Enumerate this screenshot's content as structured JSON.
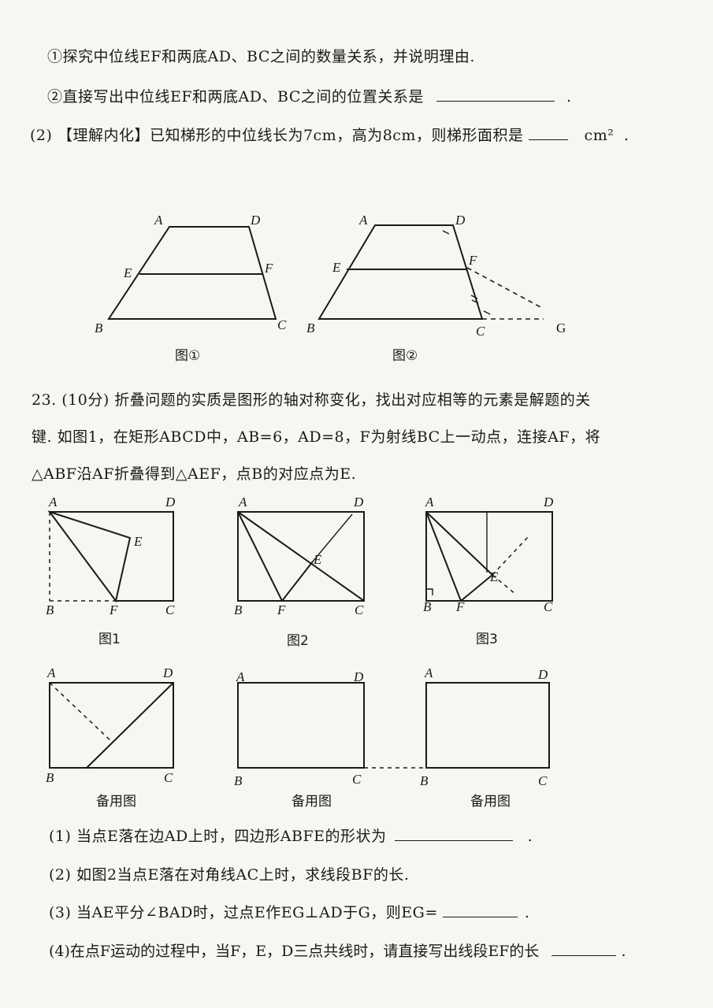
{
  "part1": {
    "q1": "①探究中位线EF和两底AD、BC之间的数量关系，并说明理由.",
    "q2": "②直接写出中位线EF和两底AD、BC之间的位置关系是",
    "q2_end": ".",
    "q3": "(2) 【理解内化】已知梯形的中位线长为7cm，高为8cm，则梯形面积是",
    "q3_unit": "cm²",
    "q3_end": "."
  },
  "trapezoid_figures": {
    "fig1": {
      "caption": "图①",
      "labels": {
        "A": "A",
        "D": "D",
        "E": "E",
        "F": "F",
        "B": "B",
        "C": "C"
      }
    },
    "fig2": {
      "caption": "图②",
      "labels": {
        "A": "A",
        "D": "D",
        "E": "E",
        "F": "F",
        "B": "B",
        "C": "C",
        "G": "G"
      }
    }
  },
  "problem23": {
    "line1": "23. (10分) 折叠问题的实质是图形的轴对称变化，找出对应相等的元素是解题的关",
    "line2": "键. 如图1，在矩形ABCD中，AB=6，AD=8，F为射线BC上一动点，连接AF，将",
    "line3": "△ABF沿AF折叠得到△AEF，点B的对应点为E."
  },
  "rect_figures": {
    "captions": [
      "图1",
      "图2",
      "图3",
      "备用图",
      "备用图",
      "备用图"
    ],
    "labels": {
      "A": "A",
      "B": "B",
      "C": "C",
      "D": "D",
      "E": "E",
      "F": "F"
    }
  },
  "questions": {
    "q1": "(1) 当点E落在边AD上时，四边形ABFE的形状为",
    "q1_end": ".",
    "q2": "(2) 如图2当点E落在对角线AC上时，求线段BF的长.",
    "q3": "(3) 当AE平分∠BAD时，过点E作EG⊥AD于G，则EG=",
    "q3_end": ".",
    "q4": "(4)在点F运动的过程中，当F，E，D三点共线时，请直接写出线段EF的长",
    "q4_end": "."
  }
}
